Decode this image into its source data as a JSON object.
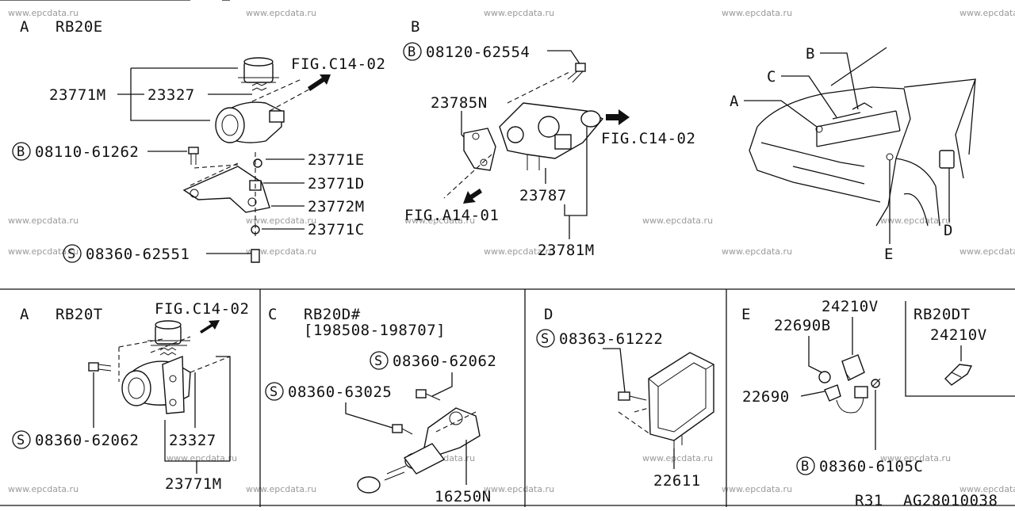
{
  "watermark": "www.epcdata.ru",
  "panels": {
    "top_a": {
      "letter": "A",
      "engine": "RB20E",
      "labels": {
        "l23771M": "23771M",
        "l23327": "23327",
        "fig": "FIG.C14-02",
        "bolt_code": "08110-61262",
        "bolt_prefix": "B",
        "l23771E": "23771E",
        "l23771D": "23771D",
        "l23772M": "23772M",
        "l23771C": "23771C",
        "screw_code": "08360-62551",
        "screw_prefix": "S"
      }
    },
    "top_b": {
      "letter": "B",
      "labels": {
        "bolt_code": "08120-62554",
        "bolt_prefix": "B",
        "l23785N": "23785N",
        "fig_c": "FIG.C14-02",
        "fig_a": "FIG.A14-01",
        "l23787": "23787",
        "l23781M": "23781M"
      }
    },
    "top_car": {
      "labels": {
        "a": "A",
        "b": "B",
        "c": "C",
        "d": "D",
        "e": "E"
      }
    },
    "bot_a": {
      "letter": "A",
      "engine": "RB20T",
      "labels": {
        "fig": "FIG.C14-02",
        "screw_code": "08360-62062",
        "screw_prefix": "S",
        "l23327": "23327",
        "l23771M": "23771M"
      }
    },
    "bot_c": {
      "letter": "C",
      "engine": "RB20D#",
      "range": "[198508-198707]",
      "labels": {
        "screw1_code": "08360-62062",
        "screw1_prefix": "S",
        "screw2_code": "08360-63025",
        "screw2_prefix": "S",
        "l16250N": "16250N"
      }
    },
    "bot_d": {
      "letter": "D",
      "labels": {
        "screw_code": "08363-61222",
        "screw_prefix": "S",
        "l22611": "22611"
      }
    },
    "bot_e": {
      "letter": "E",
      "labels": {
        "l24210V": "24210V",
        "l22690B": "22690B",
        "l22690": "22690",
        "bolt_code": "08360-6105C",
        "bolt_prefix": "B"
      },
      "inset": {
        "engine": "RB20DT",
        "part": "24210V"
      }
    }
  },
  "footer": {
    "page": "R31",
    "code": "AG28010038"
  }
}
